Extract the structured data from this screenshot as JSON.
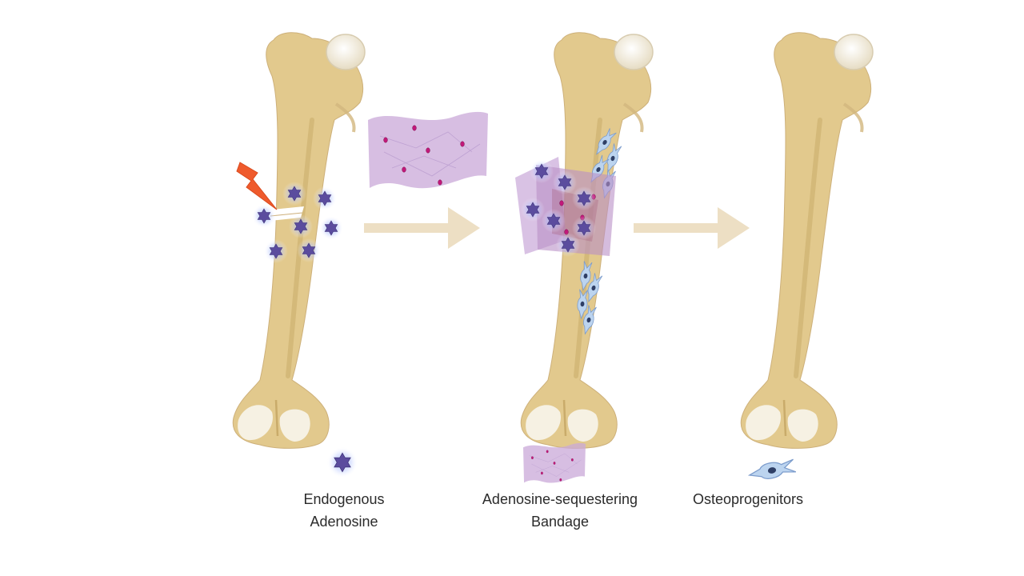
{
  "legend": {
    "adenosine": {
      "line1": "Endogenous",
      "line2": "Adenosine"
    },
    "bandage": {
      "line1": "Adenosine-sequestering",
      "line2": "Bandage"
    },
    "cells": {
      "line1": "Osteoprogenitors"
    }
  },
  "stages": [
    "fractured-bone",
    "bandaged-bone",
    "healed-bone"
  ],
  "colors": {
    "bone": "#e2c98d",
    "bone_shadow": "#c9ab6a",
    "bone_head": "#f5f0e2",
    "arrow": "#eddfc4",
    "bandage": "#c9a8d8",
    "adenosine_star": "#5b4c9e",
    "osteoprogenitor": "#a9c6e6",
    "lightning": "#ef5a2c"
  }
}
